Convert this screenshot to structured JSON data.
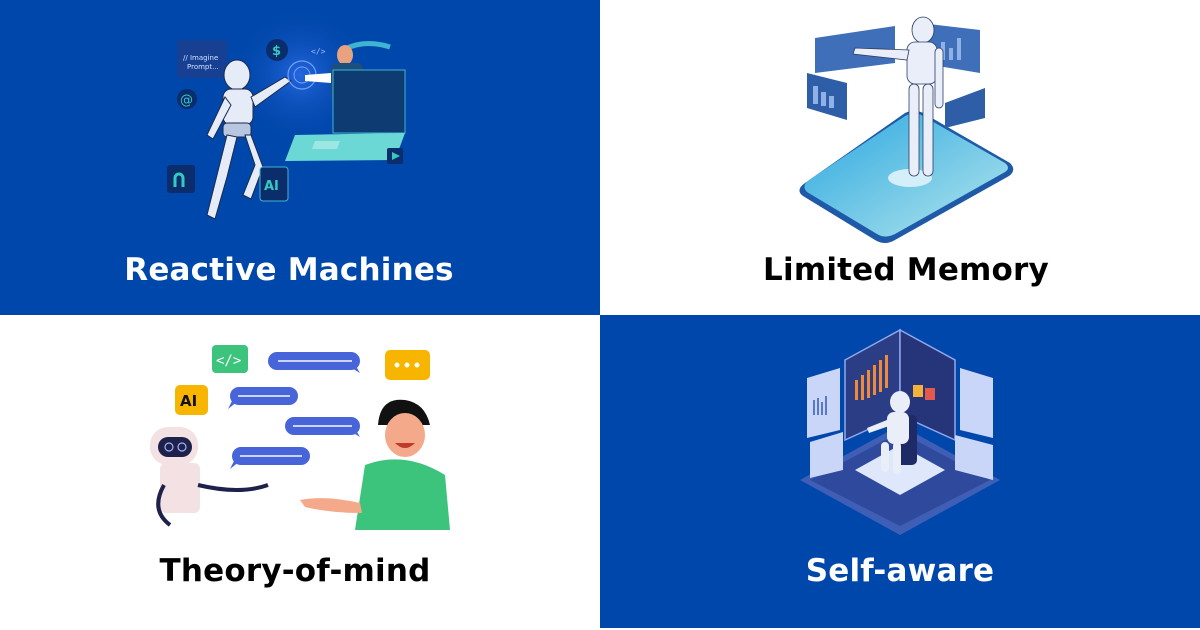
{
  "panels": [
    {
      "id": "reactive-machines",
      "title": "Reactive Machines",
      "background": "#0047ab",
      "text_color": "#ffffff",
      "illustration": {
        "description": "humanoid robot touching fingertip with woman emerging from laptop",
        "prompt_card_text": "// Imagine Prompt...",
        "chip_text": "AI",
        "code_tag": "</>",
        "icons": [
          "dollar-icon",
          "at-icon",
          "folder-icon",
          "play-icon",
          "ai-chip-icon"
        ]
      }
    },
    {
      "id": "limited-memory",
      "title": "Limited Memory",
      "background": "#ffffff",
      "text_color": "#000000",
      "illustration": {
        "description": "robot standing on smartphone surrounded by curved data dashboard panels"
      }
    },
    {
      "id": "theory-of-mind",
      "title": "Theory-of-mind",
      "background": "#ffffff",
      "text_color": "#000000",
      "illustration": {
        "description": "robot chatting with smiling man via speech bubbles",
        "ai_badge": "AI",
        "code_badge": "</>",
        "typing_badge": "..."
      }
    },
    {
      "id": "self-aware",
      "title": "Self-aware",
      "background": "#0047ab",
      "text_color": "#ffffff",
      "illustration": {
        "description": "isometric robot seated on platform surrounded by analytics screens"
      }
    }
  ]
}
